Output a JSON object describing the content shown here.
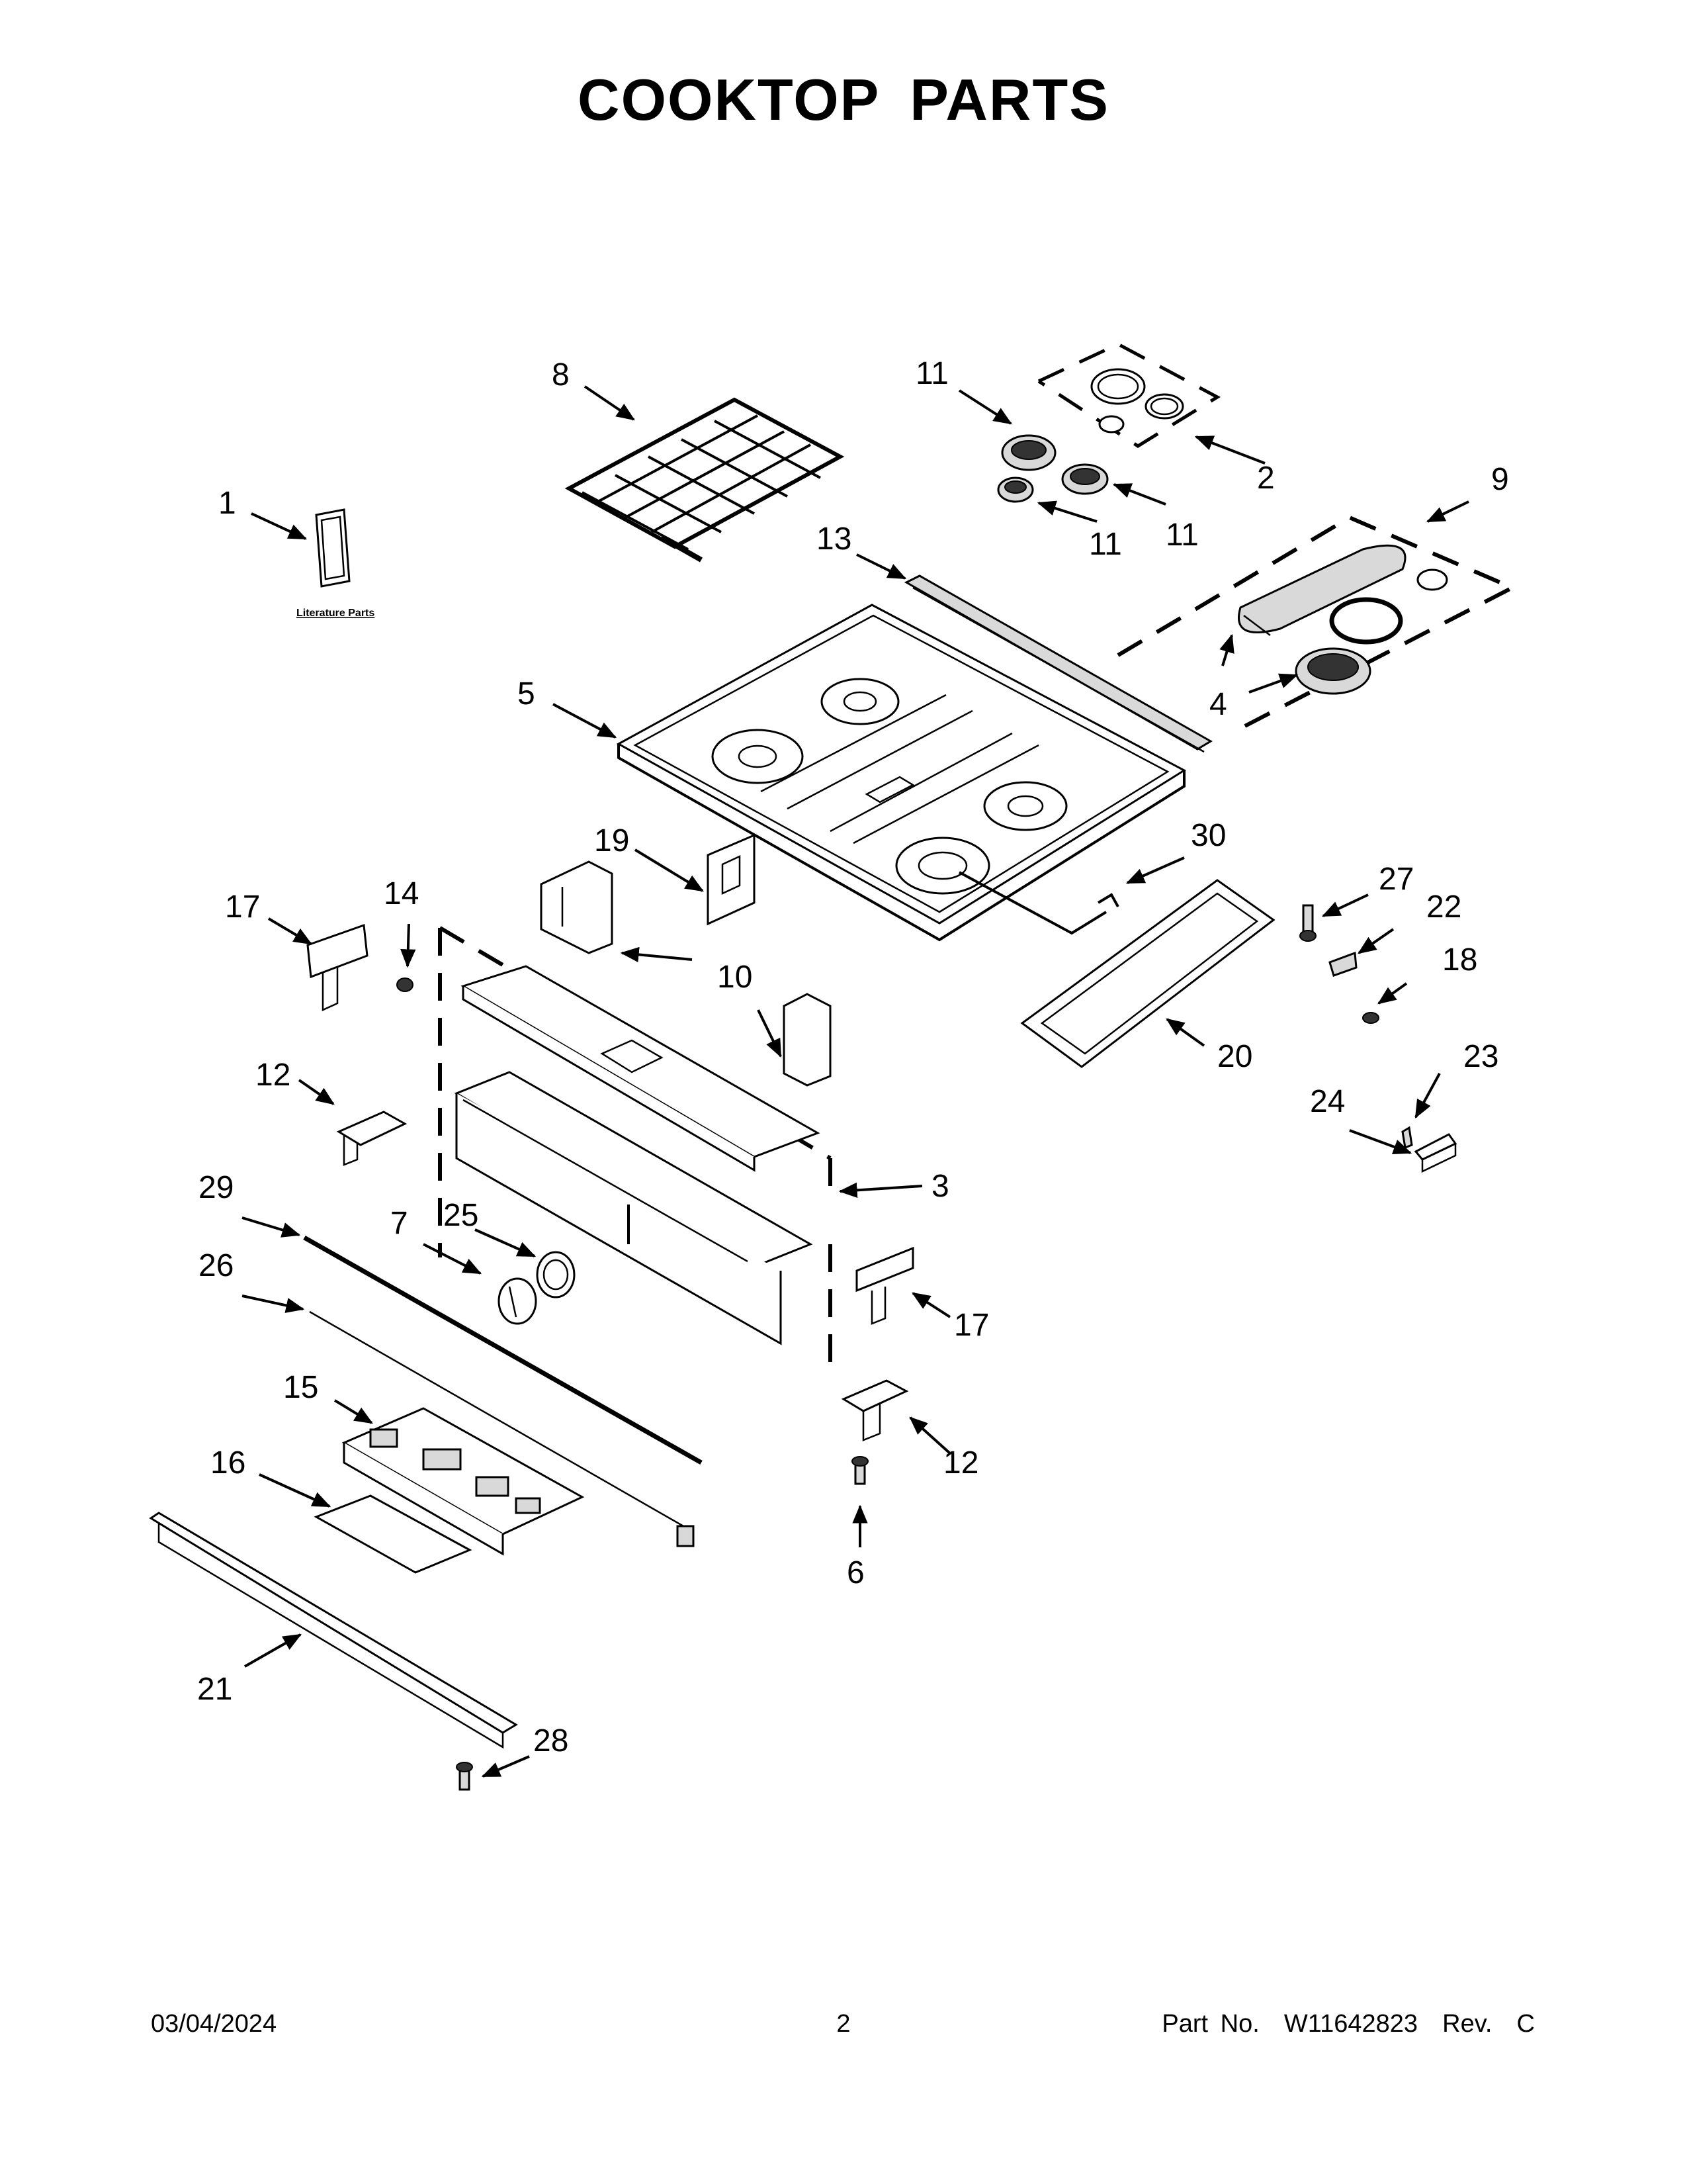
{
  "title": "COOKTOP PARTS",
  "literature_label": "Literature Parts",
  "callouts": {
    "c1": "1",
    "c2": "2",
    "c3": "3",
    "c4": "4",
    "c5": "5",
    "c6": "6",
    "c7": "7",
    "c8": "8",
    "c9": "9",
    "c10": "10",
    "c11a": "11",
    "c11b": "11",
    "c11c": "11",
    "c12a": "12",
    "c12b": "12",
    "c13": "13",
    "c14": "14",
    "c15": "15",
    "c16": "16",
    "c17a": "17",
    "c17b": "17",
    "c18": "18",
    "c19": "19",
    "c20": "20",
    "c21": "21",
    "c22": "22",
    "c23": "23",
    "c24": "24",
    "c25": "25",
    "c26": "26",
    "c27": "27",
    "c28": "28",
    "c29": "29",
    "c30": "30"
  },
  "footer": {
    "date": "03/04/2024",
    "page": "2",
    "part": "Part No.  W11642823  Rev.  C"
  }
}
